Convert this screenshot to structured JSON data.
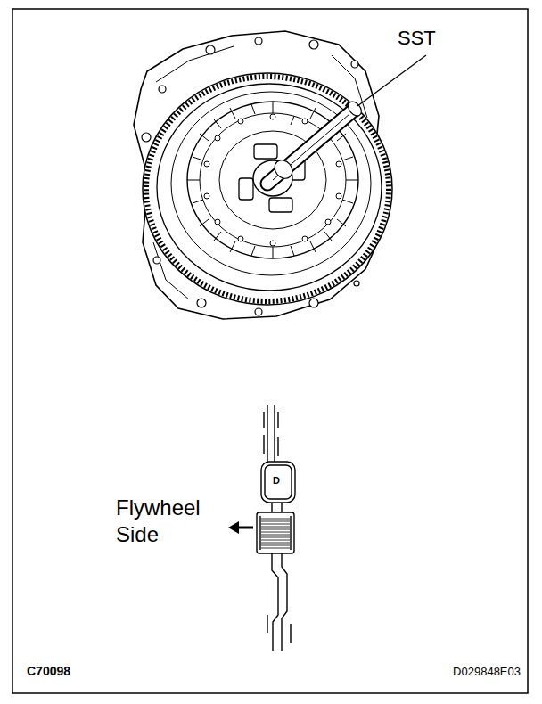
{
  "diagram": {
    "labels": [
      "SST",
      "D",
      "Flywheel Side",
      "C70098",
      "D029848E03"
    ]
  }
}
